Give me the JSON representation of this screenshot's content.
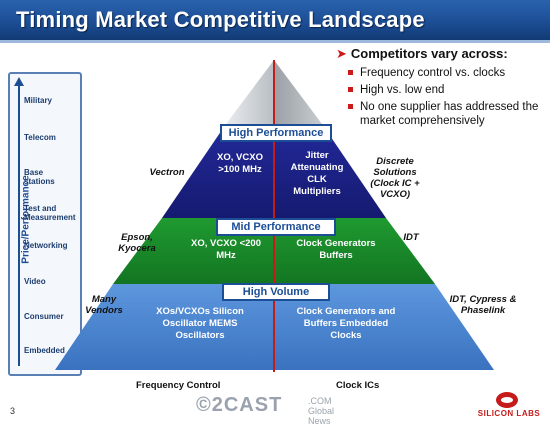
{
  "title": "Timing Market Competitive Landscape",
  "bullets": {
    "lead": "Competitors vary across:",
    "items": [
      "Frequency control vs. clocks",
      "High vs. low end",
      "No one supplier has addressed the market comprehensively"
    ]
  },
  "axis": {
    "label": "Price/Performance",
    "items": [
      "Military",
      "Telecom",
      "Base stations",
      "Test and Measurement",
      "Networking",
      "Video",
      "Consumer",
      "Embedded"
    ]
  },
  "tiers": {
    "high": {
      "label": "High Performance",
      "left": "XO, VCXO >100 MHz",
      "right": "Jitter Attenuating CLK Multipliers",
      "left_vendor": "Vectron",
      "right_vendor": "Discrete Solutions (Clock IC + VCXO)"
    },
    "mid": {
      "label": "Mid Performance",
      "left": "XO, VCXO <200 MHz",
      "right": "Clock Generators Buffers",
      "left_vendor": "Epson, Kyocera",
      "right_vendor": "IDT"
    },
    "low": {
      "label": "High Volume",
      "left": "XOs/VCXOs Silicon Oscillator MEMS Oscillators",
      "right": "Clock Generators and Buffers Embedded Clocks",
      "left_vendor": "Many Vendors",
      "right_vendor": "IDT, Cypress & Phaselink"
    }
  },
  "footer": {
    "left": "Frequency Control",
    "right": "Clock ICs",
    "page": "3"
  },
  "watermark": {
    "brand": "©2CAST",
    "sub1": ".COM",
    "sub2": "Global News"
  },
  "logo": "SILICON LABS",
  "colors": {
    "title_bar": "#1c4e96",
    "high_band": "#1a1f86",
    "mid_band": "#1a8a2a",
    "low_band": "#4a86d4",
    "divider": "#c61b1b"
  }
}
